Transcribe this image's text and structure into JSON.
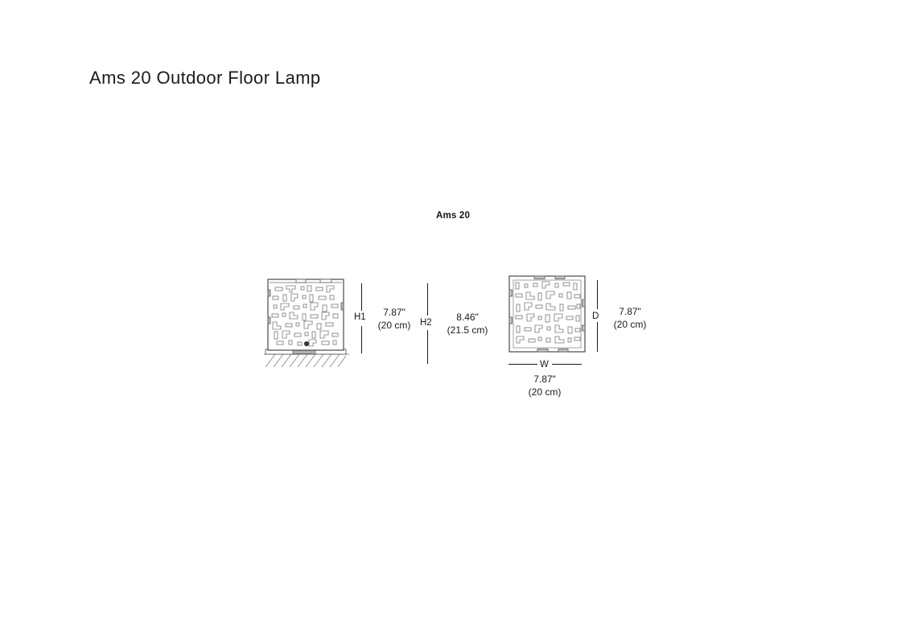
{
  "page": {
    "title": "Ams 20 Outdoor Floor Lamp",
    "background_color": "#ffffff",
    "line_color": "#1a1a1a",
    "detail_color": "#6e6e6e",
    "fill_color": "#b3b3b3"
  },
  "drawing": {
    "caption": "Ams 20"
  },
  "dimensions": {
    "h1": {
      "label": "H1",
      "imperial": "7.87\"",
      "metric": "(20 cm)"
    },
    "h2": {
      "label": "H2",
      "imperial": "8.46\"",
      "metric": "(21.5 cm)"
    },
    "w": {
      "label": "W",
      "imperial": "7.87\"",
      "metric": "(20 cm)"
    },
    "d": {
      "label": "D",
      "imperial": "7.87\"",
      "metric": "(20 cm)"
    }
  }
}
